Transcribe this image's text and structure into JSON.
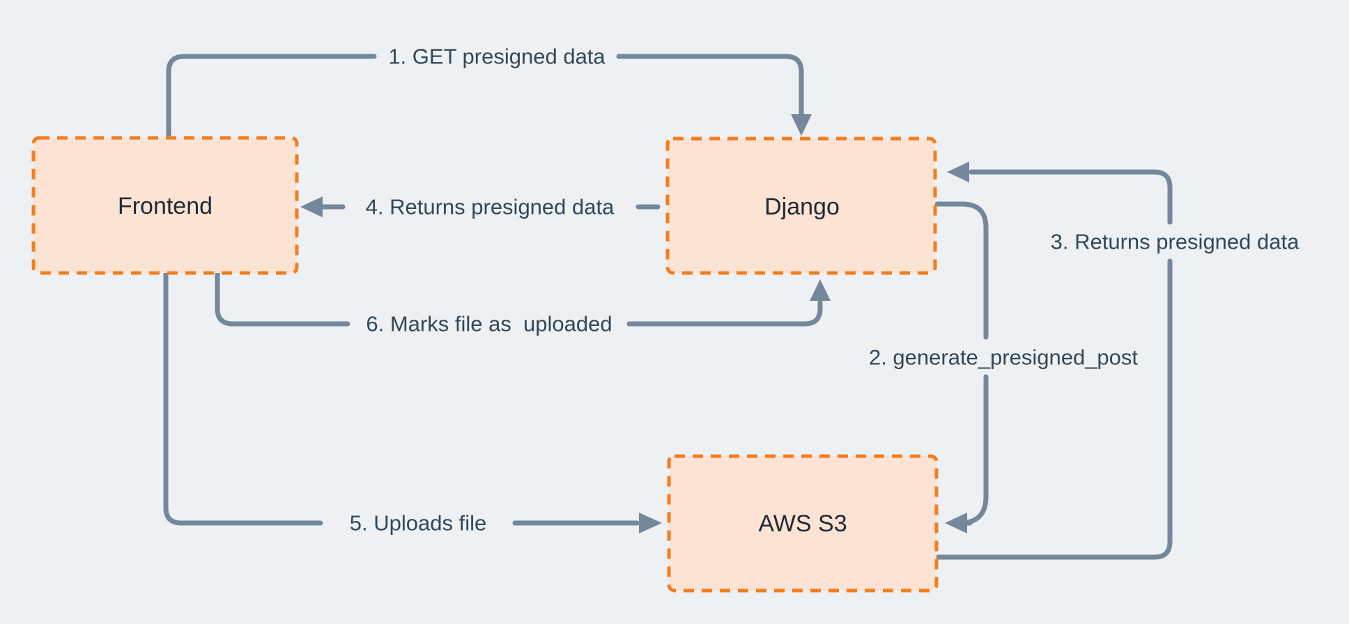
{
  "theme": {
    "bg_color": "#EDF1F4",
    "node_fill": "#FCE3D3",
    "node_border": "#F57D1E",
    "arrow_color": "#75879A",
    "node_text": "#1E2A36",
    "edge_text": "#334756"
  },
  "diagram": {
    "type": "flow-diagram",
    "nodes": [
      {
        "id": "frontend",
        "label": "Frontend"
      },
      {
        "id": "django",
        "label": "Django"
      },
      {
        "id": "aws-s3",
        "label": "AWS S3"
      }
    ],
    "edges": [
      {
        "step": "1",
        "label": "1. GET presigned data",
        "from": "Frontend",
        "to": "Django"
      },
      {
        "step": "2",
        "label": "2. generate_presigned_post",
        "from": "Django",
        "to": "AWS S3"
      },
      {
        "step": "3",
        "label": "3. Returns presigned data",
        "from": "AWS S3",
        "to": "Django"
      },
      {
        "step": "4",
        "label": "4. Returns presigned data",
        "from": "Django",
        "to": "Frontend"
      },
      {
        "step": "5",
        "label": "5. Uploads file",
        "from": "Frontend",
        "to": "AWS S3"
      },
      {
        "step": "6",
        "label": "6. Marks file as  uploaded",
        "from": "Frontend",
        "to": "Django"
      }
    ]
  }
}
